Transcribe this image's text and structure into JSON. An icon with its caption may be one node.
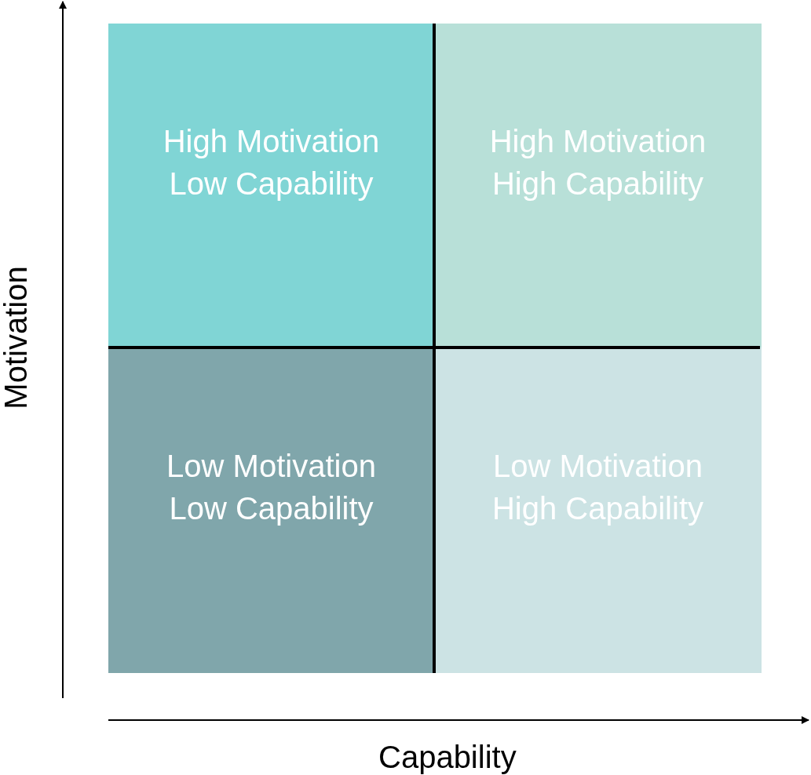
{
  "diagram": {
    "nodes": [
      {
        "text": [
          "High Motivation Low Capability"
        ]
      },
      {
        "text": [
          "High Motivation High Capability"
        ]
      },
      {
        "text": [
          "Low Motivation Low Capability"
        ]
      },
      {
        "text": [
          "Low Motivation High Capability"
        ]
      }
    ],
    "labels": [
      "Motivation",
      "Capability"
    ]
  }
}
